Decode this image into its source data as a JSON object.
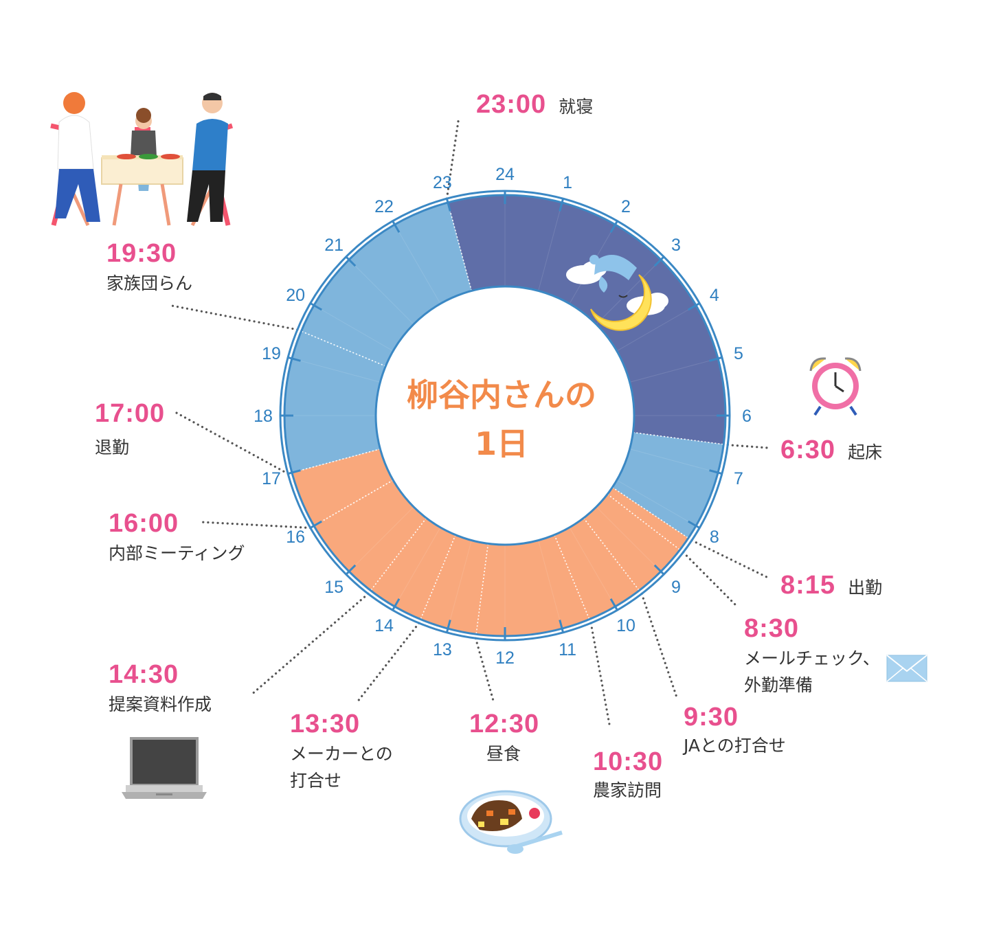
{
  "title": {
    "line1": "柳谷内さんの",
    "line2": "1日"
  },
  "hour_labels": [
    "24",
    "1",
    "2",
    "3",
    "4",
    "5",
    "6",
    "7",
    "8",
    "9",
    "10",
    "11",
    "12",
    "13",
    "14",
    "15",
    "16",
    "17",
    "18",
    "19",
    "20",
    "21",
    "22",
    "23"
  ],
  "segments": [
    {
      "start": 23.0,
      "end": 6.5,
      "color": "#5f6ea8",
      "kind": "sleep"
    },
    {
      "start": 6.5,
      "end": 8.25,
      "color": "#7fb5dc",
      "kind": "home"
    },
    {
      "start": 8.25,
      "end": 17.0,
      "color": "#f9a87c",
      "kind": "work"
    },
    {
      "start": 17.0,
      "end": 19.5,
      "color": "#7fb5dc",
      "kind": "home"
    },
    {
      "start": 19.5,
      "end": 23.0,
      "color": "#7fb5dc",
      "kind": "home"
    }
  ],
  "work_dividers": [
    8.5,
    9.5,
    10.5,
    12.5,
    13.5,
    14.5,
    16.0
  ],
  "events": [
    {
      "id": "sleep",
      "time": "23:00",
      "label": "就寝",
      "hour": 23.0
    },
    {
      "id": "wake",
      "time": "6:30",
      "label": "起床",
      "hour": 6.5
    },
    {
      "id": "commute",
      "time": "8:15",
      "label": "出勤",
      "hour": 8.25
    },
    {
      "id": "mail",
      "time": "8:30",
      "label1": "メールチェック、",
      "label2": "外勤準備",
      "hour": 8.5
    },
    {
      "id": "ja",
      "time": "9:30",
      "label": "JAとの打合せ",
      "hour": 9.5
    },
    {
      "id": "farm",
      "time": "10:30",
      "label": "農家訪問",
      "hour": 10.5
    },
    {
      "id": "lunch",
      "time": "12:30",
      "label": "昼食",
      "hour": 12.5
    },
    {
      "id": "maker",
      "time": "13:30",
      "label1": "メーカーとの",
      "label2": "打合せ",
      "hour": 13.5
    },
    {
      "id": "docs",
      "time": "14:30",
      "label": "提案資料作成",
      "hour": 14.5
    },
    {
      "id": "meeting",
      "time": "16:00",
      "label": "内部ミーティング",
      "hour": 16.0
    },
    {
      "id": "leave",
      "time": "17:00",
      "label": "退勤",
      "hour": 17.0
    },
    {
      "id": "family",
      "time": "19:30",
      "label": "家族団らん",
      "hour": 19.5
    }
  ],
  "colors": {
    "time_text": "#e8508e",
    "title_text": "#f28a4a",
    "ring_outline": "#3b88c4",
    "hour_numbers": "#2f7fc0",
    "sleep": "#5f6ea8",
    "home": "#7fb5dc",
    "work": "#f9a87c",
    "leader_dots": "#555555"
  },
  "icons": [
    "family-dinner-illustration",
    "alarm-clock-icon",
    "envelope-icon",
    "laptop-icon",
    "curry-plate-icon",
    "sleeping-moon-icon"
  ]
}
